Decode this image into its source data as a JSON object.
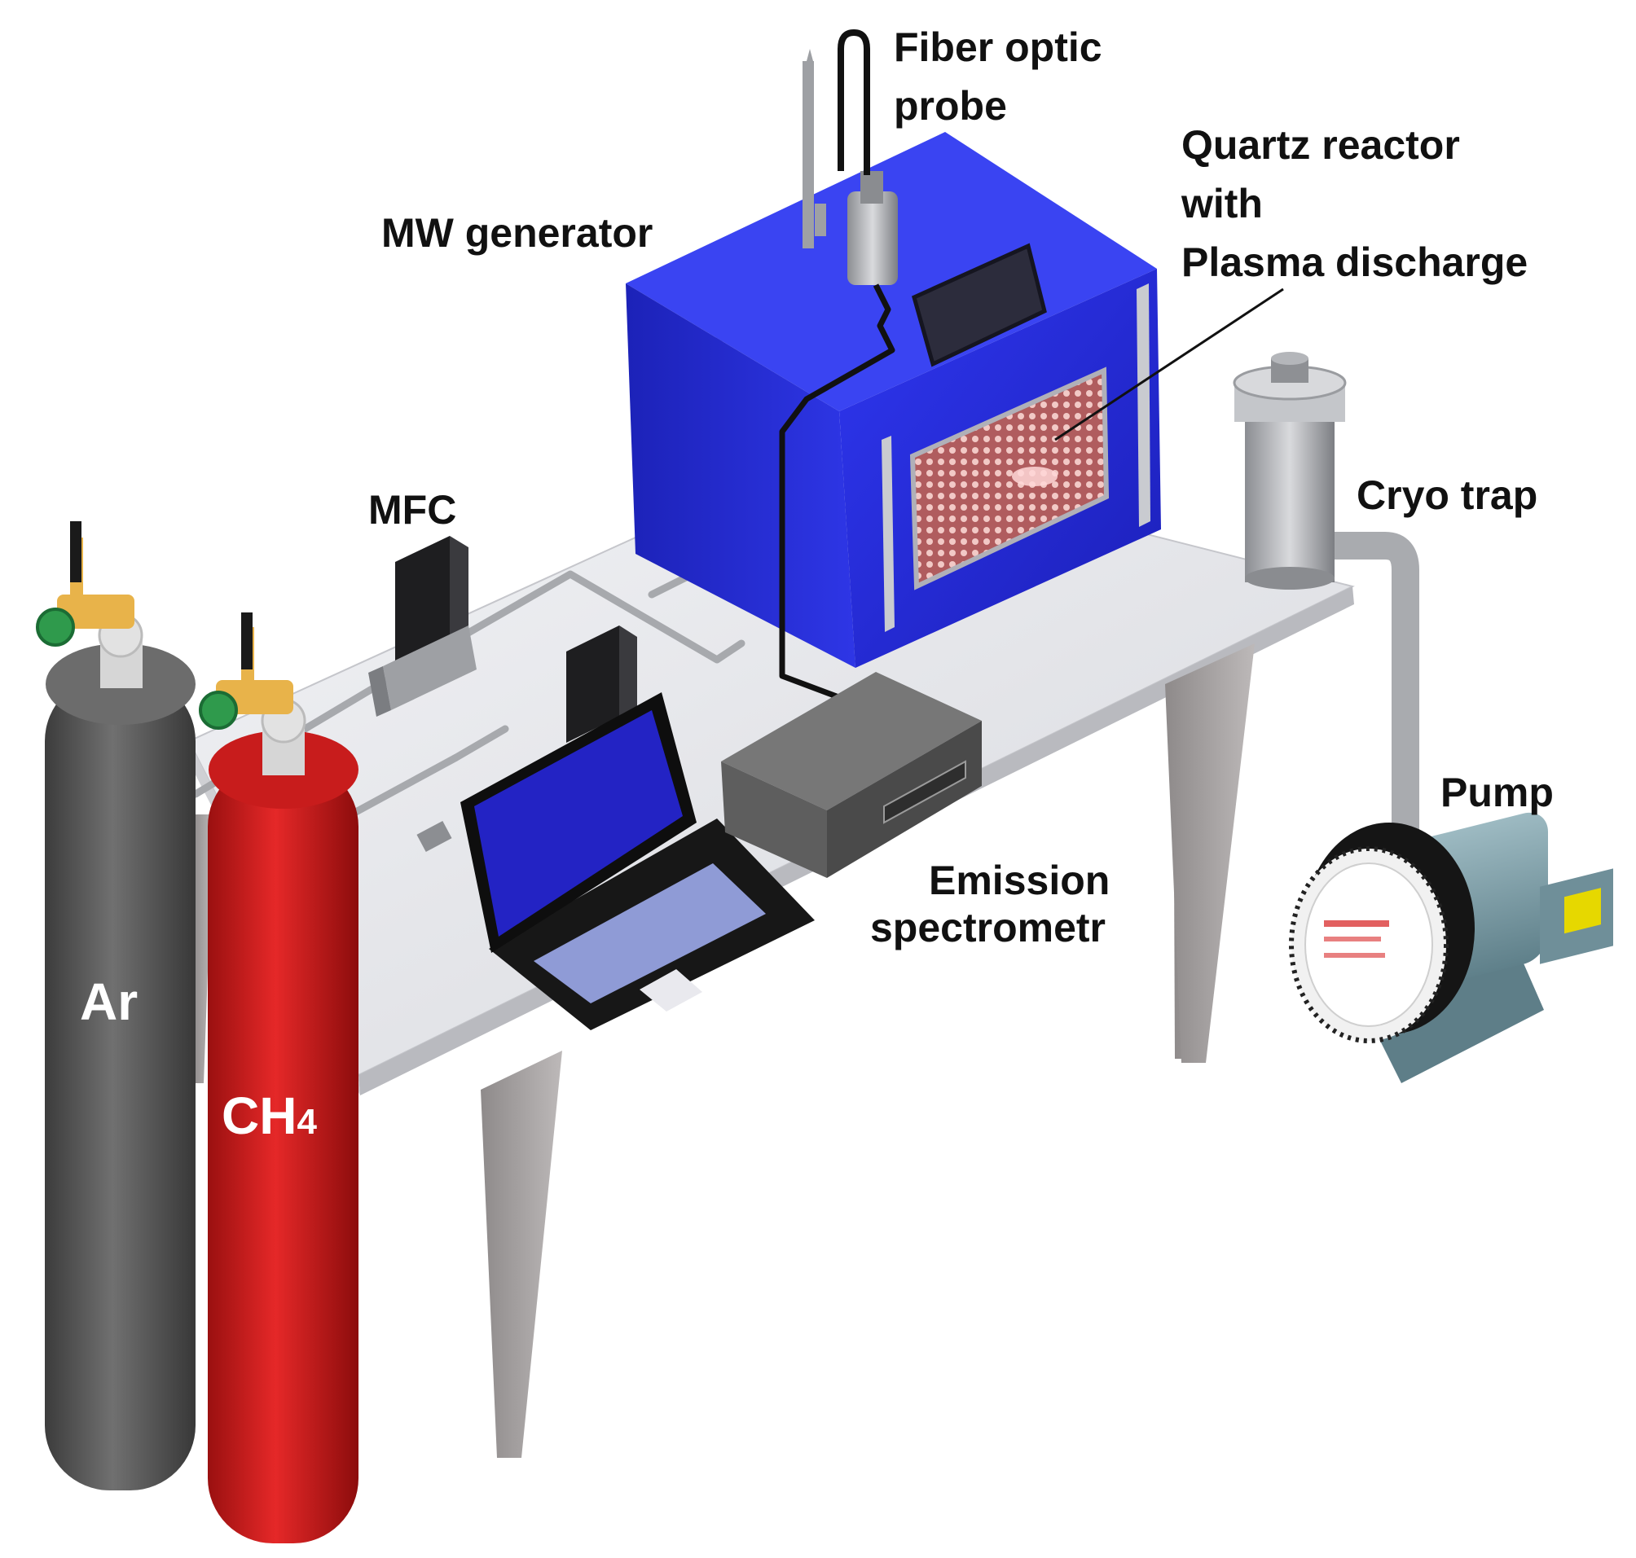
{
  "labels": {
    "fiber_probe": [
      "Fiber optic",
      "probe"
    ],
    "quartz_reactor": [
      "Quartz reactor",
      "with",
      "Plasma discharge"
    ],
    "mw_generator": "MW generator",
    "mfc": "MFC",
    "cryo_trap": "Cryo trap",
    "pump": "Pump",
    "emission_spectrometer": [
      "Emission",
      "spectrometr"
    ],
    "ar_cylinder": "Ar",
    "ch4_cylinder_main": "CH",
    "ch4_cylinder_sub": "4"
  },
  "colors": {
    "mw_body": "#2a2ee0",
    "ar_cylinder": "#5e5e5e",
    "ch4_cylinder": "#d81e1e",
    "table_top": "#e9eaee",
    "pump_motor": "#7d9ea8",
    "valve_brass": "#e8b34a",
    "laptop_screen": "#2323c4",
    "plasma_window": "#c9797a"
  }
}
